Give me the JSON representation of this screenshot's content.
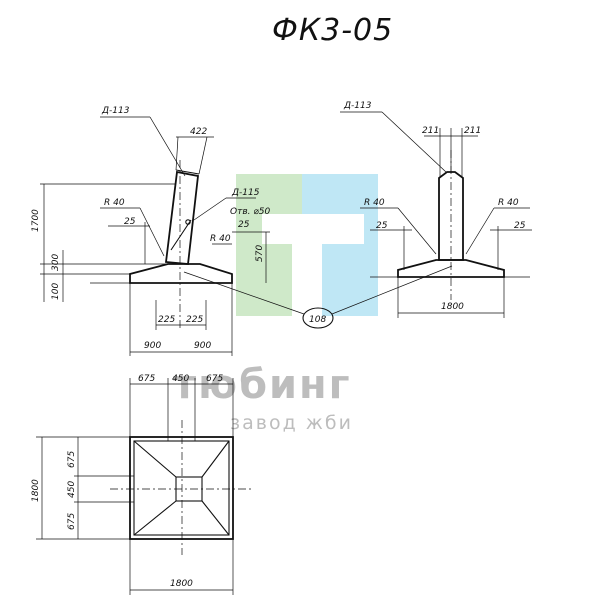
{
  "title": "ФК3-05",
  "watermark": {
    "name": "тюбинг",
    "subtitle": "завод жби",
    "colors": {
      "green": "#cfe9c9",
      "blue": "#bfe7f5",
      "white": "#ffffff"
    }
  },
  "side_view": {
    "label_d": "Д-113",
    "top_width": "422",
    "height_total": "1700",
    "height_mid": "300",
    "height_base": "100",
    "radius_left": "R 40",
    "step_left": "25",
    "hole_label_1": "Д-115",
    "hole_label_2": "Отв. ⌀50",
    "step_right": "25",
    "radius_right": "R 40",
    "right_height": "570",
    "bottom_half_left": "225",
    "bottom_half_right": "225",
    "base_left": "900",
    "base_right": "900"
  },
  "front_view": {
    "label_d": "Д-113",
    "top_left": "211",
    "top_right": "211",
    "radius_left": "R 40",
    "step_left": "25",
    "radius_right": "R 40",
    "step_right": "25",
    "base_width": "1800"
  },
  "callout": "108",
  "plan_view": {
    "top_left": "675",
    "top_mid": "450",
    "top_right": "675",
    "left_total": "1800",
    "left_top": "675",
    "left_mid": "450",
    "left_bottom": "675",
    "bottom_width": "1800"
  }
}
